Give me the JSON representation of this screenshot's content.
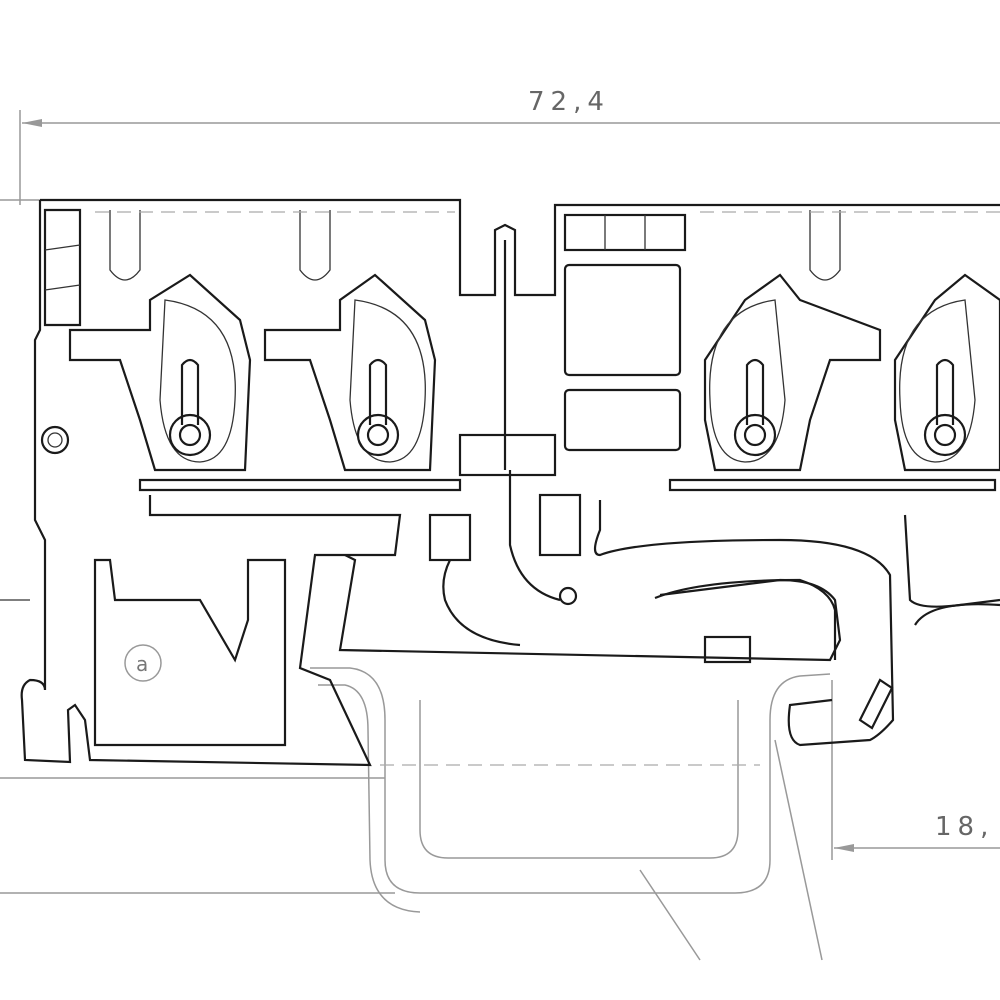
{
  "drawing": {
    "dimensions": {
      "overall_width": "72,4",
      "rail_height": "18,"
    },
    "callout_label": "a",
    "colors": {
      "line": "#1a1a1a",
      "thin": "#999999",
      "text": "#666666"
    }
  }
}
